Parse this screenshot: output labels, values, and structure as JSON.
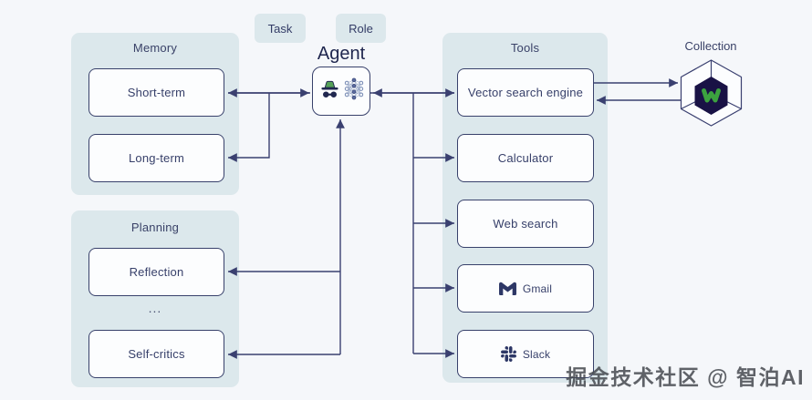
{
  "page": {
    "background": "#f5f7fa"
  },
  "header": {
    "task_label": "Task",
    "role_label": "Role",
    "agent_label": "Agent"
  },
  "agent": {
    "icons": [
      "incognito-icon",
      "neural-network-icon"
    ]
  },
  "memory": {
    "title": "Memory",
    "items": [
      {
        "label": "Short-term"
      },
      {
        "label": "Long-term"
      }
    ]
  },
  "planning": {
    "title": "Planning",
    "ellipsis": "...",
    "items": [
      {
        "label": "Reflection"
      },
      {
        "label": "Self-critics"
      }
    ]
  },
  "tools": {
    "title": "Tools",
    "items": [
      {
        "label": "Vector search engine",
        "icon": null
      },
      {
        "label": "Calculator",
        "icon": null
      },
      {
        "label": "Web search",
        "icon": null
      },
      {
        "label": "Gmail",
        "icon": "gmail-icon"
      },
      {
        "label": "Slack",
        "icon": "slack-icon"
      }
    ]
  },
  "collection": {
    "title": "Collection",
    "icon": "weaviate-cube-icon"
  },
  "connections": [
    {
      "from": "agent",
      "to": "short-term",
      "bidirectional": true
    },
    {
      "from": "agent",
      "to": "long-term",
      "bidirectional": false
    },
    {
      "from": "planning-line",
      "to": "agent",
      "bidirectional": false
    },
    {
      "from": "agent",
      "to": "reflection",
      "bidirectional": false
    },
    {
      "from": "agent",
      "to": "self-critics",
      "bidirectional": false
    },
    {
      "from": "agent",
      "to": "vector-search-engine",
      "bidirectional": true
    },
    {
      "from": "agent",
      "to": "calculator",
      "bidirectional": false
    },
    {
      "from": "agent",
      "to": "web-search",
      "bidirectional": false
    },
    {
      "from": "agent",
      "to": "gmail",
      "bidirectional": false
    },
    {
      "from": "agent",
      "to": "slack",
      "bidirectional": false
    },
    {
      "from": "vector-search-engine",
      "to": "collection",
      "bidirectional": false
    },
    {
      "from": "collection",
      "to": "vector-search-engine",
      "bidirectional": false
    }
  ],
  "colors": {
    "panel": "#dce8ec",
    "node_border": "#38416b",
    "node_fill": "#fcfdfe",
    "text": "#37406a",
    "arrow": "#3a4070",
    "hat_green": "#55a157",
    "weaviate_green": "#3ca23f",
    "inner_hexagon": "#191245"
  },
  "watermark": "掘金技术社区 @ 智泊AI"
}
